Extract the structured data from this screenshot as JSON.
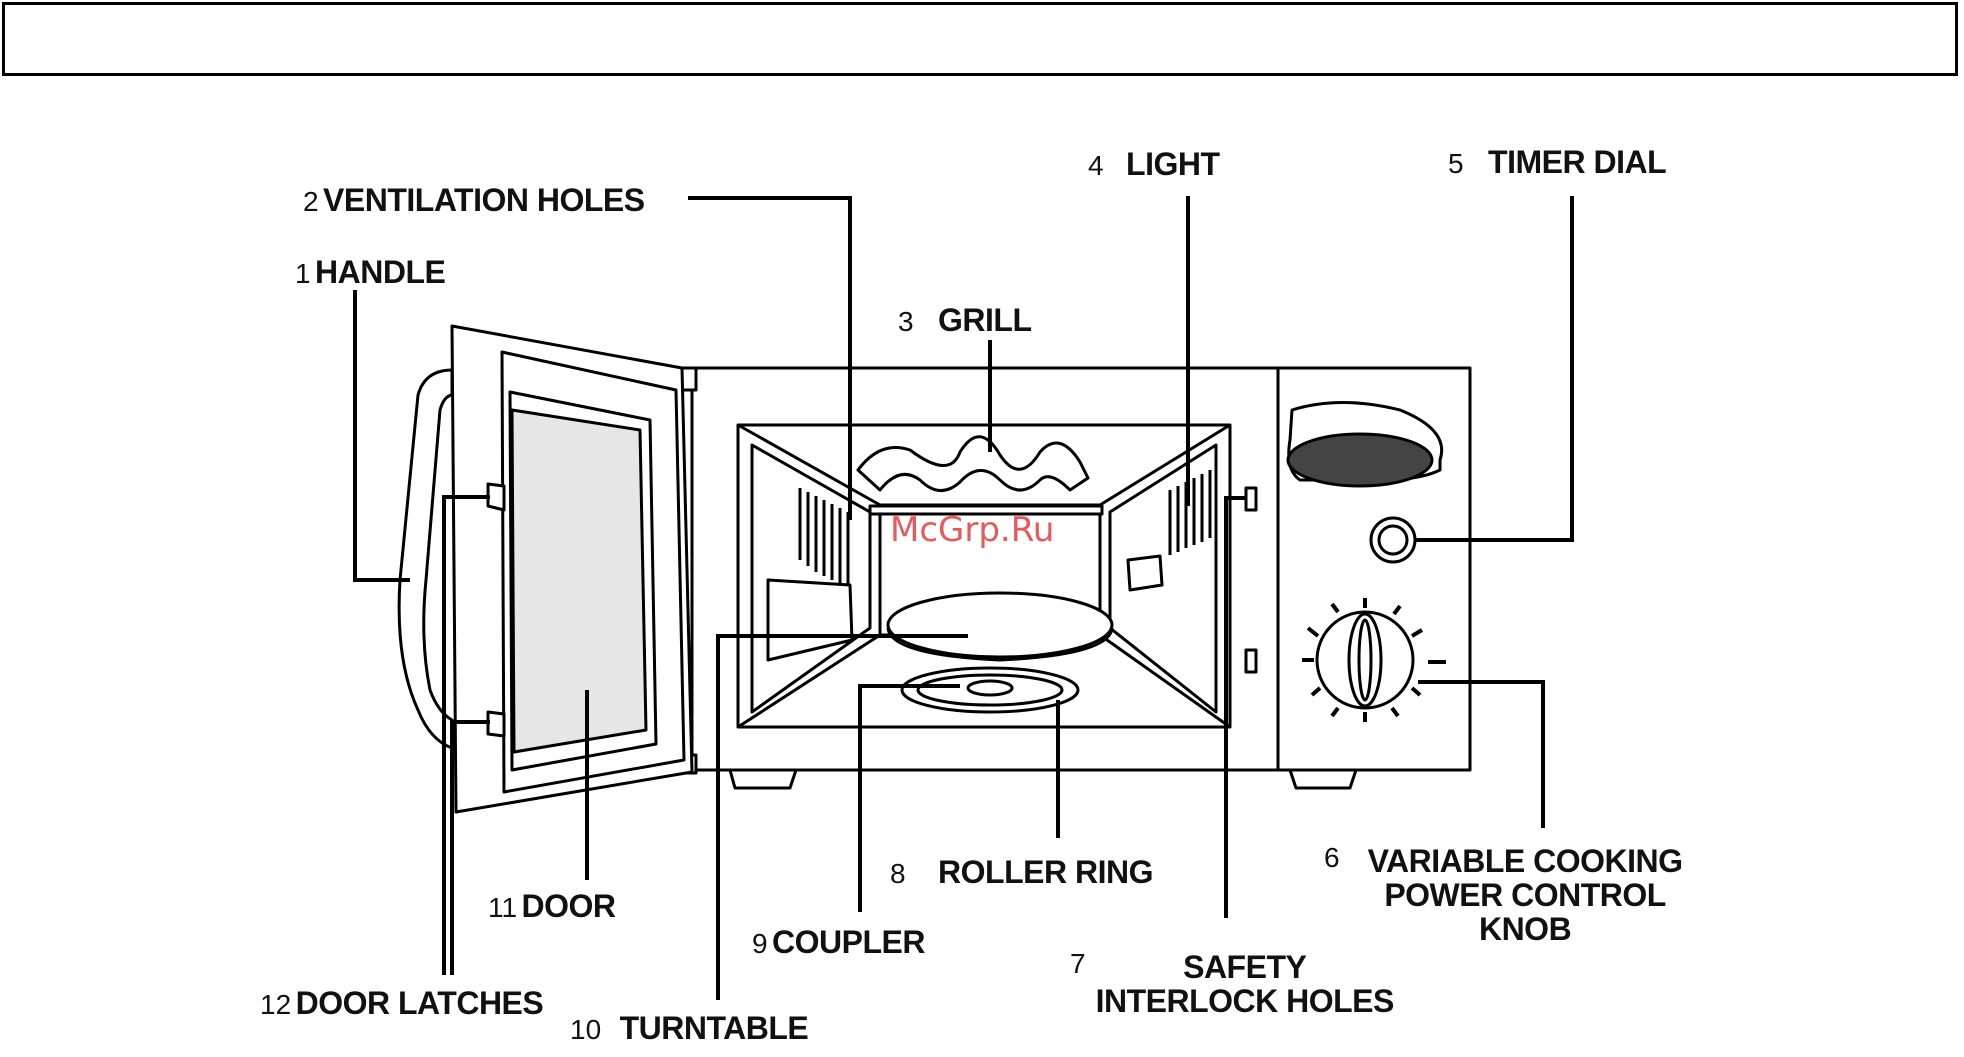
{
  "header": {
    "title": ""
  },
  "labels": {
    "handle": {
      "num": "1",
      "text": "HANDLE"
    },
    "ventilation": {
      "num": "2",
      "text": "VENTILATION HOLES"
    },
    "grill": {
      "num": "3",
      "text": "GRILL"
    },
    "light": {
      "num": "4",
      "text": "LIGHT"
    },
    "timer": {
      "num": "5",
      "text": "TIMER DIAL"
    },
    "power": {
      "num": "6",
      "text": "VARIABLE COOKING\nPOWER CONTROL\nKNOB"
    },
    "interlock": {
      "num": "7",
      "text": "SAFETY\nINTERLOCK HOLES"
    },
    "roller": {
      "num": "8",
      "text": "ROLLER RING"
    },
    "coupler": {
      "num": "9",
      "text": "COUPLER"
    },
    "turntable": {
      "num": "10",
      "text": "TURNTABLE"
    },
    "door": {
      "num": "11",
      "text": "DOOR"
    },
    "latches": {
      "num": "12",
      "text": "DOOR LATCHES"
    }
  },
  "watermark": "McGrp.Ru",
  "colors": {
    "line": "#000000",
    "fill": "#ffffff",
    "window": "#e6e6e6",
    "watermark": "#e34a4a"
  }
}
